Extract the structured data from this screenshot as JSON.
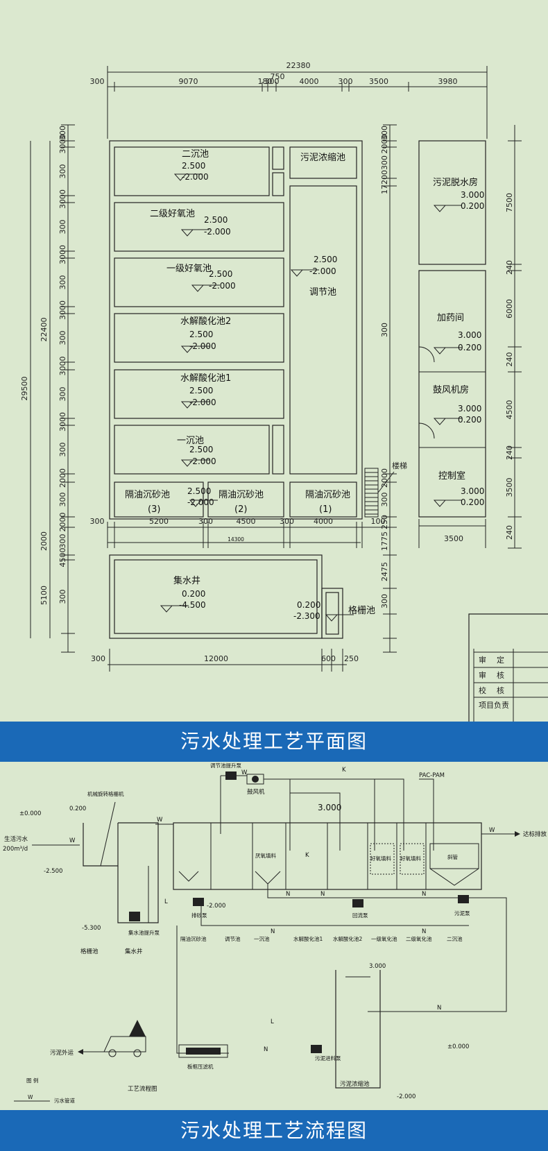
{
  "plan": {
    "top_dims": {
      "total": "22380",
      "sub": "750",
      "segments": [
        "300",
        "9070",
        "180",
        "300",
        "4000",
        "300",
        "3500",
        "3980"
      ]
    },
    "bottom_dims": {
      "segments": [
        "300",
        "5200",
        "300",
        "4500",
        "300",
        "4000",
        "100"
      ],
      "total": "14300"
    },
    "bottom2_dims": [
      "300",
      "12000",
      "600",
      "250"
    ],
    "left_outer": [
      "29500"
    ],
    "left_mid": [
      "22400",
      "2000",
      "5100"
    ],
    "left_inner": [
      "300",
      "3000",
      "300",
      "3000",
      "300",
      "3000",
      "300",
      "3000",
      "300",
      "3000",
      "300",
      "3000",
      "300",
      "2000",
      "300",
      "2000",
      "300",
      "4500",
      "300"
    ],
    "right_mid": [
      "300",
      "2000",
      "300",
      "17200",
      "300",
      "2000",
      "300",
      "250",
      "1775",
      "2475",
      "300"
    ],
    "right_outer": [
      "7500",
      "240",
      "6000",
      "240",
      "4500",
      "240",
      "3500",
      "240"
    ],
    "right_bottom_dim": "3500",
    "rooms": [
      {
        "name": "二沉池",
        "e1": "2.500",
        "e2": "-2.000"
      },
      {
        "name": "二级好氧池",
        "e1": "2.500",
        "e2": "-2.000"
      },
      {
        "name": "一级好氧池",
        "e1": "2.500",
        "e2": "-2.000"
      },
      {
        "name": "水解酸化池2",
        "e1": "2.500",
        "e2": "-2.000"
      },
      {
        "name": "水解酸化池1",
        "e1": "2.500",
        "e2": "-2.000"
      },
      {
        "name": "一沉池",
        "e1": "2.500",
        "e2": "-2.000"
      }
    ],
    "grit": [
      {
        "name": "隔油沉砂池",
        "num": "(3)",
        "e1": "2.500",
        "e2": "-2.000"
      },
      {
        "name": "隔油沉砂池",
        "num": "(2)"
      },
      {
        "name": "隔油沉砂池",
        "num": "(1)"
      }
    ],
    "sludge_thick": "污泥浓缩池",
    "regulating": {
      "name": "调节池",
      "e1": "2.500",
      "e2": "-2.000"
    },
    "stairs": "楼梯",
    "sump": {
      "name": "集水井",
      "e1": "0.200",
      "e2": "-4.500"
    },
    "screen": {
      "name": "格栅池",
      "e1": "0.200",
      "e2": "-2.300"
    },
    "dewater": {
      "name": "污泥脱水房",
      "e1": "3.000",
      "e2": "0.200"
    },
    "dosing": {
      "name": "加药间",
      "e1": "3.000",
      "e2": "0.200"
    },
    "blower": {
      "name": "鼓风机房",
      "e1": "3.000",
      "e2": "0.200"
    },
    "control": {
      "name": "控制室",
      "e1": "3.000",
      "e2": "0.200"
    },
    "titleblock": [
      "审",
      "定",
      "审",
      "核",
      "校",
      "核",
      "项目负责"
    ]
  },
  "banner1": "污水处理工艺平面图",
  "flow": {
    "blower": "鼓风机",
    "pac": "PAC-PAM",
    "reg_pump": "调节池提升泵",
    "elev_3000": "3.000",
    "out_label": "达标排放",
    "screen_machine": "机械旋转格栅机",
    "elev_0000a": "±0.000",
    "elev_0200": "0.200",
    "inflow_label": "生活污水",
    "inflow_rate": "200m³/d",
    "elev_m2500": "-2.500",
    "elev_m2000": "-2.000",
    "elev_m5300": "-5.300",
    "sump_pump": "集水池提升泵",
    "anoxic_fill": "厌氧填料",
    "aerobic_fill1": "好氧填料",
    "aerobic_fill2": "好氧填料",
    "slant_tube": "斜管",
    "drain_pump": "排砂泵",
    "return_pump": "回流泵",
    "sludge_pump": "污泥泵",
    "tanks": [
      "隔油沉砂池",
      "调节池",
      "一沉池",
      "水解酸化池1",
      "水解酸化池2",
      "一级氧化池",
      "二级氧化池",
      "二沉池"
    ],
    "screen_tank": "格栅池",
    "sump_tank": "集水井",
    "elev_3000b": "3.000",
    "sludge_out": "污泥外运",
    "filter_press": "板框压滤机",
    "feed_pump": "污泥进料泵",
    "elev_0000b": "±0.000",
    "elev_m2000b": "-2.000",
    "thick_tank": "污泥浓缩池",
    "legend_title": "图 例",
    "legend_item": "污水管道",
    "legend_w": "W",
    "flow_title": "工艺流程图",
    "letters": {
      "w": "W",
      "n": "N",
      "l": "L",
      "k": "K"
    }
  },
  "banner2": "污水处理工艺流程图"
}
